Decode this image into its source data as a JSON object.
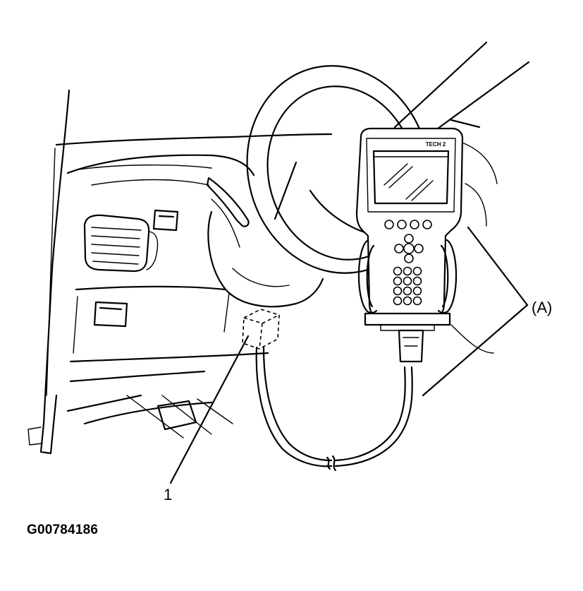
{
  "labels": {
    "connector_callout": "1",
    "tool_callout": "(A)",
    "figure_id": "G00784186",
    "device_brand": "TECH 2"
  }
}
